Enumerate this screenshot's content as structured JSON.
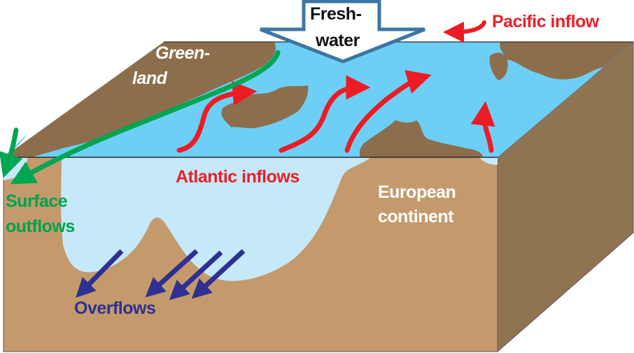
{
  "title": "Arctic Mediterranean circulation block diagram",
  "labels": {
    "freshwater_line1": "Fresh-",
    "freshwater_line2": "water",
    "pacific_inflow": "Pacific inflow",
    "greenland_line1": "Green-",
    "greenland_line2": "land",
    "atlantic_inflows": "Atlantic inflows",
    "european_line1": "European",
    "european_line2": "continent",
    "surface_line1": "Surface",
    "surface_line2": "outflows",
    "overflows": "Overflows"
  },
  "colors": {
    "ocean_surface": "#6dcff6",
    "ocean_section": "#c6e9f9",
    "land_top": "#8d6e4c",
    "land_front": "#c49a6c",
    "land_side": "#8f7452",
    "atlantic_arrow": "#ed1c24",
    "surface_outflow_arrow": "#00a651",
    "overflow_arrow": "#2e3192",
    "freshwater_outline": "#3c76a3"
  }
}
